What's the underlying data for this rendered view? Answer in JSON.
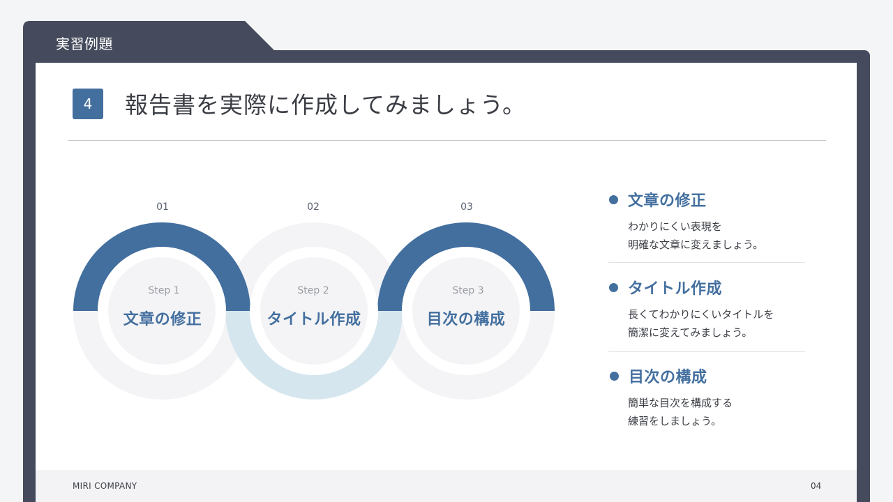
{
  "header": {
    "tab_label": "実習例題"
  },
  "slide": {
    "number": "4",
    "title": "報告書を実際に作成してみましょう。"
  },
  "steps": [
    {
      "number": "01",
      "label": "Step 1",
      "title": "文章の修正"
    },
    {
      "number": "02",
      "label": "Step 2",
      "title": "タイトル作成"
    },
    {
      "number": "03",
      "label": "Step 3",
      "title": "目次の構成"
    }
  ],
  "details": [
    {
      "title": "文章の修正",
      "lines": [
        "わかりにくい表現を",
        "明確な文章に変えましょう。"
      ]
    },
    {
      "title": "タイトル作成",
      "lines": [
        "長くてわかりにくいタイトルを",
        "簡潔に変えてみましょう。"
      ]
    },
    {
      "title": "目次の構成",
      "lines": [
        "簡単な目次を構成する",
        "練習をしましょう。"
      ]
    }
  ],
  "footer": {
    "company": "MIRI COMPANY",
    "page": "04"
  },
  "colors": {
    "frame": "#454b5c",
    "accent": "#436f9f",
    "accent_light": "#d5e6ee",
    "ring_bg": "#f4f4f6"
  }
}
